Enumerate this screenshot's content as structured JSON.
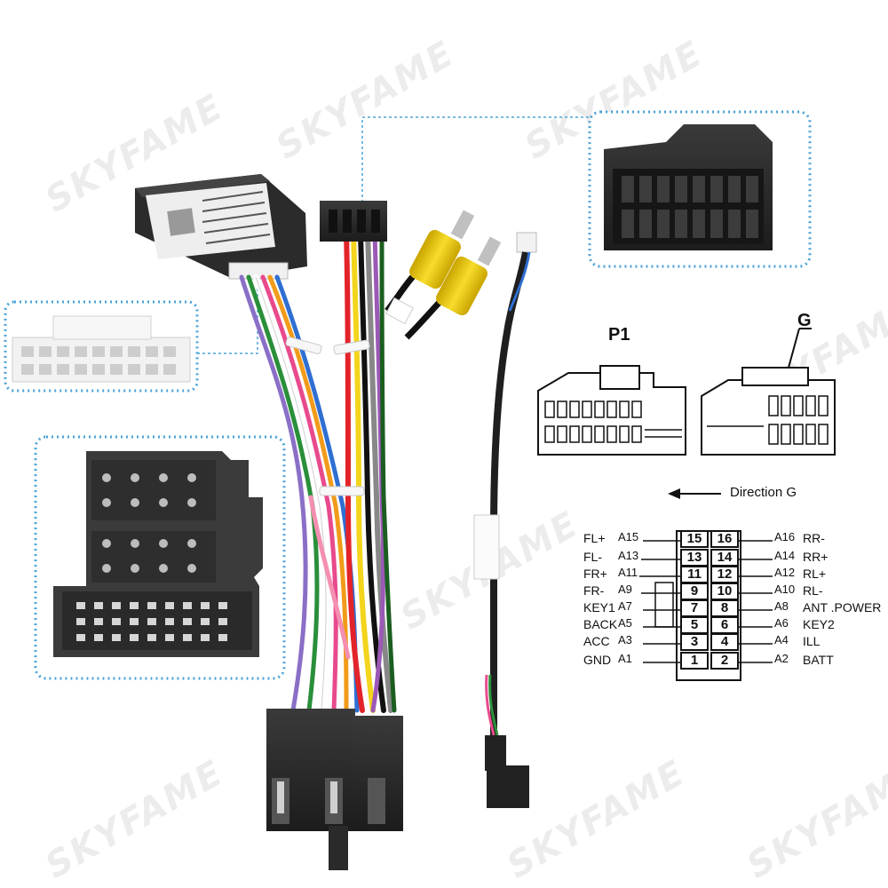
{
  "watermark": "SKYFAME",
  "diagram": {
    "p1_label": "P1",
    "g_label": "G",
    "direction_label": "Direction G"
  },
  "pinout": [
    {
      "left": "FL+",
      "lcode": "A15",
      "lnum": "15",
      "rnum": "16",
      "rcode": "A16",
      "right": "RR-"
    },
    {
      "left": "FL-",
      "lcode": "A13",
      "lnum": "13",
      "rnum": "14",
      "rcode": "A14",
      "right": "RR+"
    },
    {
      "left": "FR+",
      "lcode": "A11",
      "lnum": "11",
      "rnum": "12",
      "rcode": "A12",
      "right": "RL+"
    },
    {
      "left": "FR-",
      "lcode": "A9",
      "lnum": "9",
      "rnum": "10",
      "rcode": "A10",
      "right": "RL-"
    },
    {
      "left": "KEY1",
      "lcode": "A7",
      "lnum": "7",
      "rnum": "8",
      "rcode": "A8",
      "right": "ANT .POWER"
    },
    {
      "left": "BACK",
      "lcode": "A5",
      "lnum": "5",
      "rnum": "6",
      "rcode": "A6",
      "right": "KEY2"
    },
    {
      "left": "ACC",
      "lcode": "A3",
      "lnum": "3",
      "rnum": "4",
      "rcode": "A4",
      "right": "ILL"
    },
    {
      "left": "GND",
      "lcode": "A1",
      "lnum": "1",
      "rnum": "2",
      "rcode": "A2",
      "right": "BATT"
    }
  ],
  "colors": {
    "callout_border": "#4aa3d8",
    "connector_black": "#2a2a2a",
    "cable_yellow": "#f2d51c"
  }
}
